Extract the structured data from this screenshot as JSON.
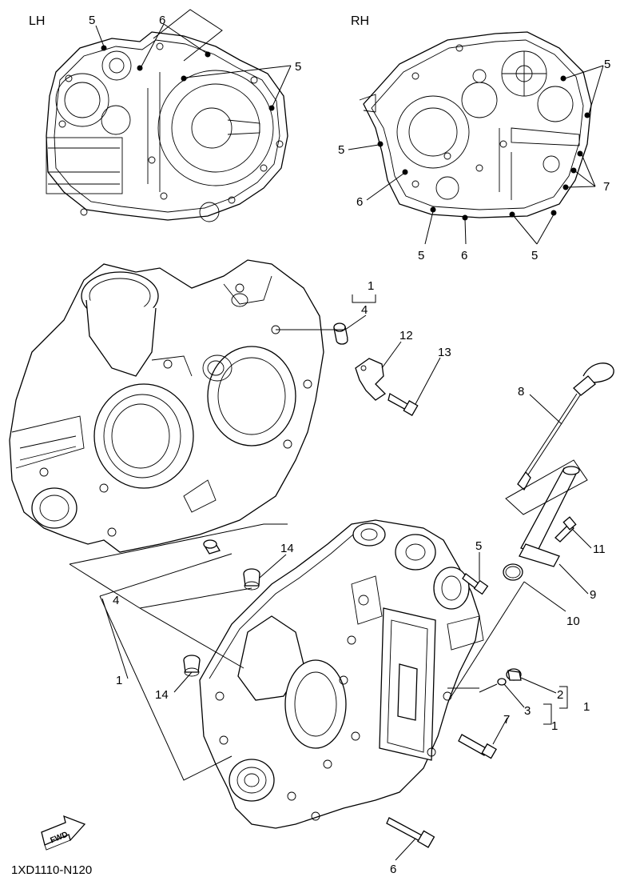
{
  "headers": {
    "left": "LH",
    "right": "RH"
  },
  "callouts": {
    "lh_top_5": "5",
    "lh_top_6": "6",
    "lh_right_5": "5",
    "rh_5_a": "5",
    "rh_5_b": "5",
    "rh_7": "7",
    "rh_6_a": "6",
    "rh_5_c": "5",
    "rh_6_b": "6",
    "rh_5_d": "5",
    "p1_top": "1",
    "p4_top": "4",
    "p12": "12",
    "p13": "13",
    "p8": "8",
    "p11": "11",
    "p9": "9",
    "p5": "5",
    "p10": "10",
    "p14_top": "14",
    "p4_left": "4",
    "p1_left": "1",
    "p14_left": "14",
    "p2": "2",
    "p1_r2": "1",
    "p3": "3",
    "p1_r3": "1",
    "p7": "7",
    "p6_bottom": "6"
  },
  "fwd_label": "FWD",
  "diagram_code": "1XD1110-N120"
}
